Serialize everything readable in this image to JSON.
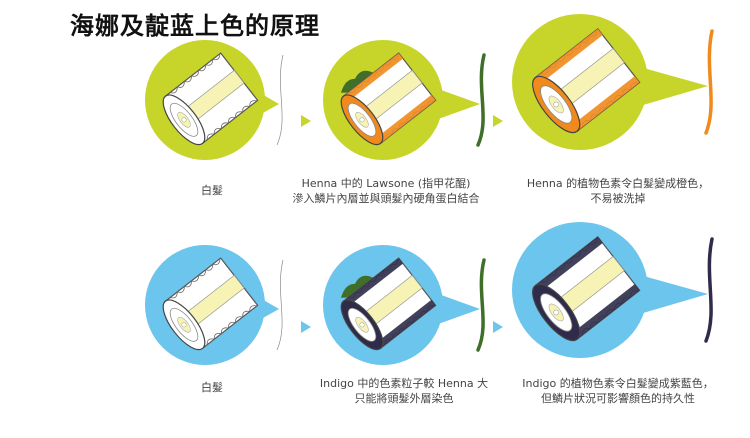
{
  "title": "海娜及靛蓝上色的原理",
  "colors": {
    "henna_background": "#c7d52a",
    "indigo_background": "#6cc5ec",
    "henna_dye": "#f08a1c",
    "indigo_dye": "#2e2c4a",
    "leaf_green": "#3f6f28",
    "hair_white": "#ffffff",
    "cuticle_yellow": "#f6f3b4"
  },
  "henna_row": {
    "stages": [
      {
        "caption_lines": [
          "白髮"
        ]
      },
      {
        "caption_lines": [
          "Henna 中的 Lawsone (指甲花醌)",
          "滲入鱗片內層並與頭髮內硬角蛋白結合"
        ]
      },
      {
        "caption_lines": [
          "Henna 的植物色素令白髮變成橙色，",
          "不易被洗掉"
        ]
      }
    ]
  },
  "indigo_row": {
    "stages": [
      {
        "caption_lines": [
          "白髮"
        ]
      },
      {
        "caption_lines": [
          "Indigo 中的色素粒子較 Henna 大",
          "只能將頭髮外層染色"
        ]
      },
      {
        "caption_lines": [
          "Indigo 的植物色素令白髮變成紫藍色，",
          "但鱗片狀況可影響顏色的持久性"
        ]
      }
    ]
  }
}
